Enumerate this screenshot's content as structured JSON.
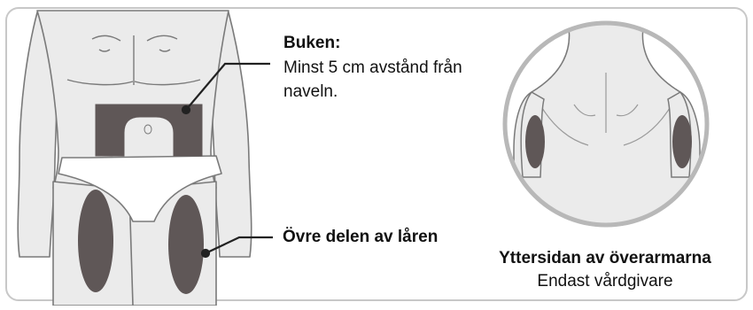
{
  "labels": {
    "abdomen_title": "Buken:",
    "abdomen_description": "Minst 5 cm avstånd från naveln.",
    "thighs_title": "Övre delen av låren",
    "upper_arms_title": "Yttersidan av överarmarna",
    "upper_arms_note": "Endast vårdgivare"
  },
  "colors": {
    "skin": "#ebebeb",
    "outline": "#7a7a7a",
    "injection_site": "#5f5757",
    "frame": "#c8c8c8",
    "leader_line": "#222222"
  },
  "icons": {
    "front_body": "front-torso-illustration",
    "back_view": "back-shoulders-illustration"
  }
}
